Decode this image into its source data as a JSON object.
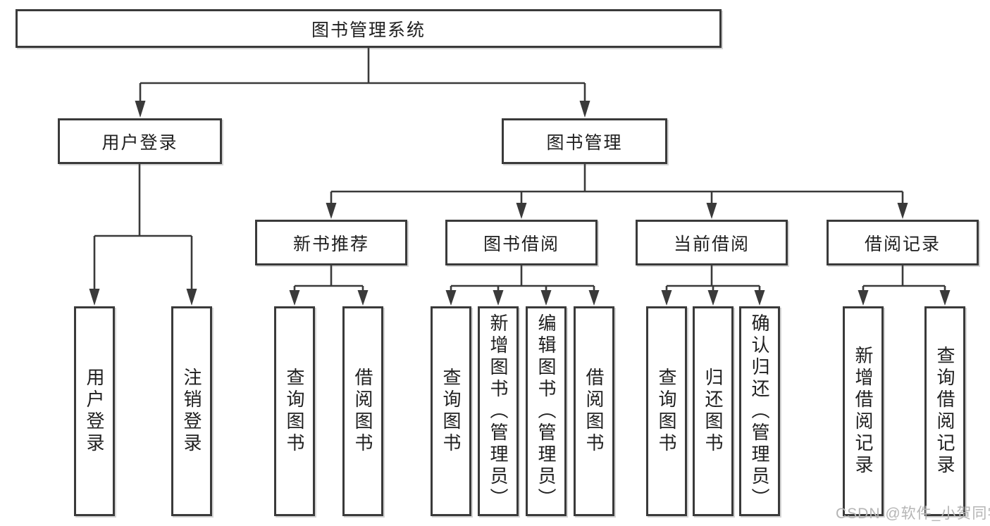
{
  "diagram": {
    "root": {
      "label": "图书管理系统"
    },
    "level2": [
      {
        "label": "用户登录"
      },
      {
        "label": "图书管理"
      }
    ],
    "level3": [
      {
        "label": "新书推荐"
      },
      {
        "label": "图书借阅"
      },
      {
        "label": "当前借阅"
      },
      {
        "label": "借阅记录"
      }
    ],
    "leaves": {
      "user_login": [
        "用户登录",
        "注销登录"
      ],
      "new_books": [
        "查询图书",
        "借阅图书"
      ],
      "book_borrowing": [
        "查询图书",
        "新增图书（管理员）",
        "编辑图书（管理员）",
        "借阅图书"
      ],
      "current_borrowing": [
        "查询图书",
        "归还图书",
        "确认归还（管理员）"
      ],
      "borrowing_records": [
        "新增借阅记录",
        "查询借阅记录"
      ]
    }
  },
  "watermark": {
    "text": "CSDN @软件_小贺同学"
  },
  "colors": {
    "line": "#3a3a3a",
    "box_border": "#3a3a3a",
    "text": "#1f1f1f",
    "watermark": "#b5b5b5",
    "background": "#ffffff"
  }
}
